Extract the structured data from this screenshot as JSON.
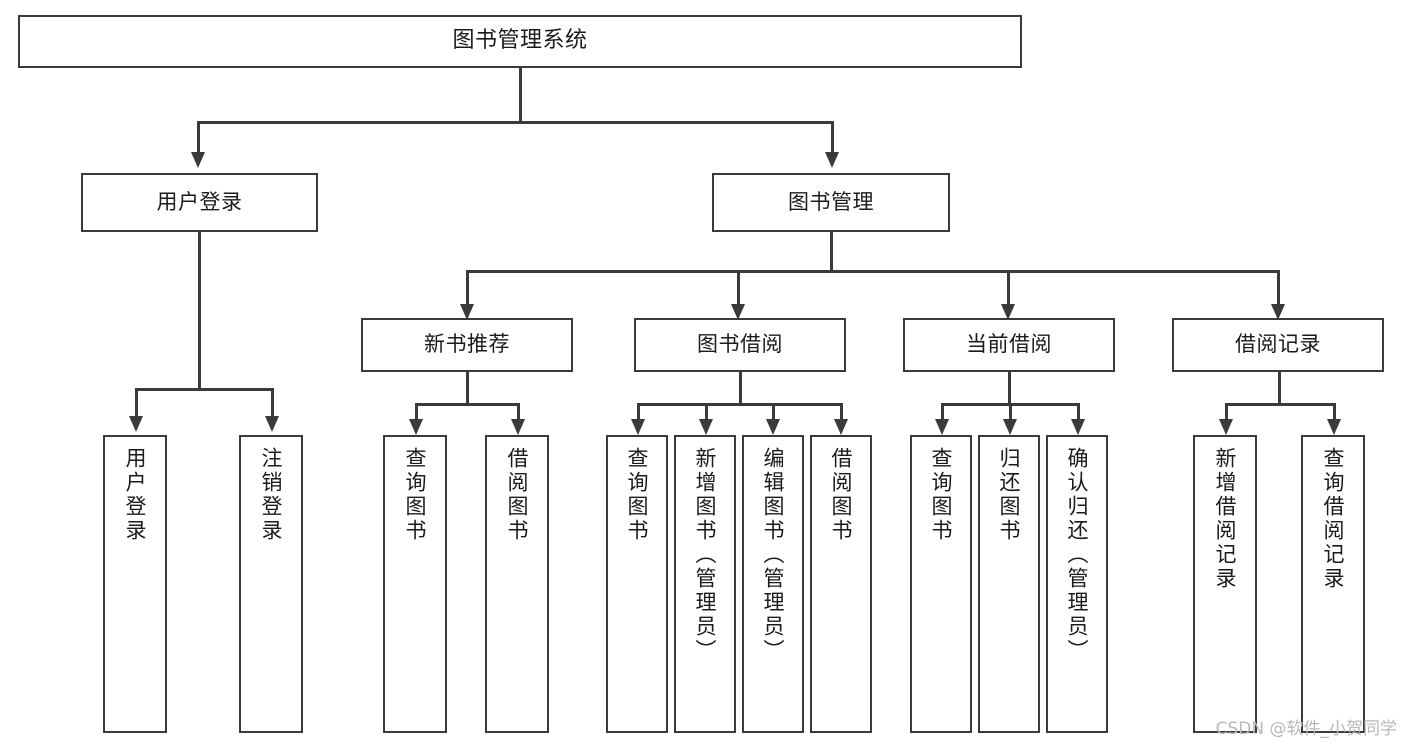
{
  "diagram": {
    "title": "图书管理系统",
    "watermark": "CSDN @软件_小贺同学",
    "line_color": "#3a3a3a",
    "background_color": "#ffffff",
    "text_color": "#1b1b1b"
  },
  "nodes": {
    "root": {
      "label": "图书管理系统",
      "level": 0
    },
    "level1": [
      {
        "id": "user-login",
        "label": "用户登录"
      },
      {
        "id": "book-management",
        "label": "图书管理"
      }
    ],
    "level2": [
      {
        "id": "new-book-recommend",
        "label": "新书推荐"
      },
      {
        "id": "book-borrow",
        "label": "图书借阅"
      },
      {
        "id": "current-borrow",
        "label": "当前借阅"
      },
      {
        "id": "borrow-record",
        "label": "借阅记录"
      }
    ],
    "leaves": {
      "user-login": [
        {
          "id": "leaf-user-login",
          "label": "用户登录"
        },
        {
          "id": "leaf-logout-login",
          "label": "注销登录"
        }
      ],
      "new-book-recommend": [
        {
          "id": "leaf-query-book-1",
          "label": "查询图书"
        },
        {
          "id": "leaf-borrow-book-1",
          "label": "借阅图书"
        }
      ],
      "book-borrow": [
        {
          "id": "leaf-query-book-2",
          "label": "查询图书"
        },
        {
          "id": "leaf-add-book",
          "label": "新增图书（管理员）"
        },
        {
          "id": "leaf-edit-book",
          "label": "编辑图书（管理员）"
        },
        {
          "id": "leaf-borrow-book-2",
          "label": "借阅图书"
        }
      ],
      "current-borrow": [
        {
          "id": "leaf-query-book-3",
          "label": "查询图书"
        },
        {
          "id": "leaf-return-book",
          "label": "归还图书"
        },
        {
          "id": "leaf-confirm-return",
          "label": "确认归还（管理员）"
        }
      ],
      "borrow-record": [
        {
          "id": "leaf-add-record",
          "label": "新增借阅记录"
        },
        {
          "id": "leaf-query-record",
          "label": "查询借阅记录"
        }
      ]
    }
  }
}
